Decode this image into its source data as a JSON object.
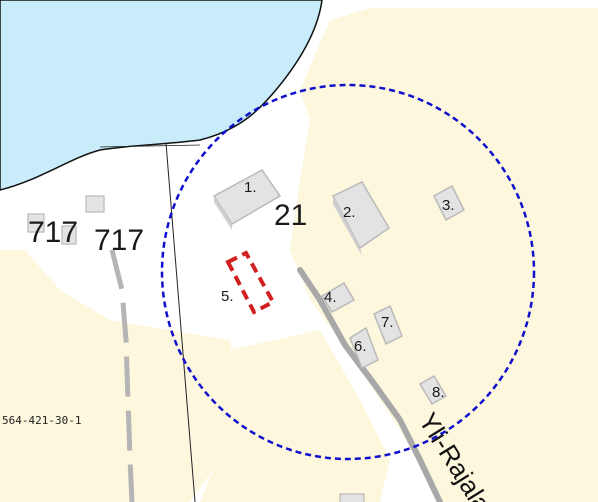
{
  "map": {
    "colors": {
      "water": "#c8ecfa",
      "field": "#fdf7de",
      "field_edge": "#fcf3c4",
      "building": "#e3e3e3",
      "building_edge": "#b9b9b9",
      "road": "#a8a8a8",
      "circle": "#1010cc",
      "marker": "#d02020"
    },
    "buildings": [
      {
        "label": "1."
      },
      {
        "label": "2."
      },
      {
        "label": "3."
      },
      {
        "label": "4."
      },
      {
        "label": "6."
      },
      {
        "label": "7."
      },
      {
        "label": "8."
      }
    ],
    "site_marker": {
      "label": "5."
    },
    "parcel_numbers": {
      "main": "21",
      "left_a": "717",
      "left_b": "717",
      "property_id": "564-421-30-1"
    },
    "road_name": "Yli-Rajala"
  }
}
